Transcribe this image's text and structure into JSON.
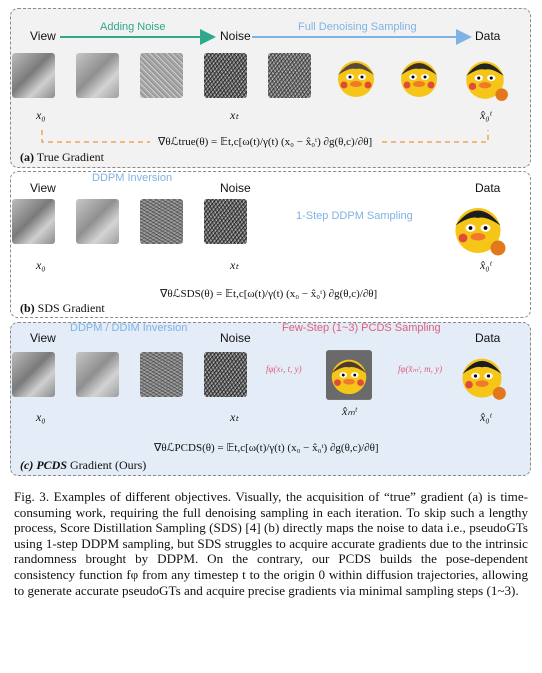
{
  "panel_a": {
    "view": "View",
    "arrow1": "Adding Noise",
    "noise": "Noise",
    "arrow2": "Full Denoising Sampling",
    "data": "Data",
    "x0": "x₀",
    "xt": "xₜ",
    "x0hat": "x̂₀ᵗ",
    "equation": "∇θℒtrue(θ) = 𝔼t,c[ω(t)/γ(t) (x₀ − x̂₀ᵗ) ∂g(θ,c)/∂θ]",
    "title_prefix": "(a)",
    "title": " True Gradient"
  },
  "panel_b": {
    "view": "View",
    "arrow1": "DDPM Inversion",
    "noise": "Noise",
    "arrow2": "1-Step DDPM Sampling",
    "data": "Data",
    "x0": "x₀",
    "xt": "xₜ",
    "x0hat": "x̂₀ᵗ",
    "equation": "∇θℒSDS(θ) = 𝔼t,c[ω(t)/γ(t) (x₀ − x̂₀ᵗ) ∂g(θ,c)/∂θ]",
    "title_prefix": "(b)",
    "title": " SDS Gradient"
  },
  "panel_c": {
    "view": "View",
    "arrow1": "DDPM / DDIM Inversion",
    "noise": "Noise",
    "arrow2": "Few-Step (1~3) PCDS Sampling",
    "data": "Data",
    "fn1": "fφ(xₜ, t, y)",
    "fn2": "fφ(x̂ₘᵗ, m, y)",
    "x0": "x₀",
    "xt": "xₜ",
    "xm": "x̂ₘᵗ",
    "x0hat": "x̂₀ᵗ",
    "equation": "∇θℒPCDS(θ) = 𝔼t,c[ω(t)/γ(t) (x₀ − x̂₀ᵗ) ∂g(θ,c)/∂θ]",
    "title_prefix": "(c) PCDS",
    "title": " Gradient (Ours)"
  },
  "caption": "Fig. 3.   Examples of different objectives. Visually, the acquisition of “true” gradient (a) is time-consuming work, requiring the full denoising sampling in each iteration. To skip such a lengthy process, Score Distillation Sampling (SDS) [4] (b) directly maps the noise to data i.e., pseudoGTs using 1-step DDPM sampling, but SDS struggles to acquire accurate gradients due to the intrinsic randomness brought by DDPM. On the contrary, our PCDS builds the pose-dependent consistency function fφ from any timestep t to the origin 0 within diffusion trajectories, allowing to generate accurate pseudoGTs and acquire precise gradients via minimal sampling steps (1~3).",
  "colors": {
    "green": "#2fa88b",
    "blue": "#7fb3e6",
    "red": "#e0607e",
    "orange": "#f0a35a",
    "panel_c_bg": "#e3ecf7"
  }
}
